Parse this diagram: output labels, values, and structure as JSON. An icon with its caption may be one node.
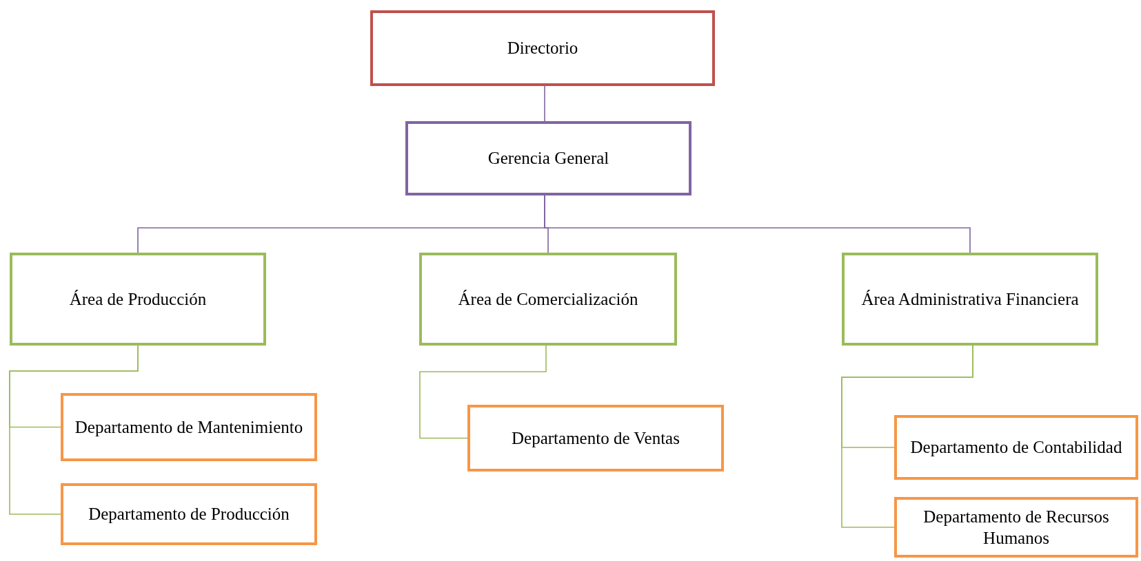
{
  "diagram": {
    "nodes": [
      {
        "text": [
          "Directorio"
        ]
      },
      {
        "text": [
          "Gerencia General"
        ]
      },
      {
        "text": [
          "Área de Producción"
        ]
      },
      {
        "text": [
          "Área de Comercialización"
        ]
      },
      {
        "text": [
          "Área Administrativa Financiera"
        ]
      },
      {
        "text": [
          "Departamento de Mantenimiento"
        ]
      },
      {
        "text": [
          "Departamento de Producción"
        ]
      },
      {
        "text": [
          "Departamento de Ventas"
        ]
      },
      {
        "text": [
          "Departamento de Contabilidad"
        ]
      },
      {
        "text": [
          "Departamento de Recursos Humanos"
        ]
      }
    ],
    "edges": [
      {
        "from": 0,
        "to": 1,
        "arrow": "none",
        "color": "#8064a2"
      },
      {
        "from": 1,
        "to": 2,
        "arrow": "none",
        "color": "#8064a2"
      },
      {
        "from": 1,
        "to": 3,
        "arrow": "none",
        "color": "#8064a2"
      },
      {
        "from": 1,
        "to": 4,
        "arrow": "none",
        "color": "#8064a2"
      },
      {
        "from": 2,
        "to": 5,
        "arrow": "none"
      },
      {
        "from": 2,
        "to": 6,
        "arrow": "none"
      },
      {
        "from": 3,
        "to": 7,
        "arrow": "none"
      },
      {
        "from": 4,
        "to": 8,
        "arrow": "none"
      },
      {
        "from": 4,
        "to": 9,
        "arrow": "none"
      }
    ]
  }
}
